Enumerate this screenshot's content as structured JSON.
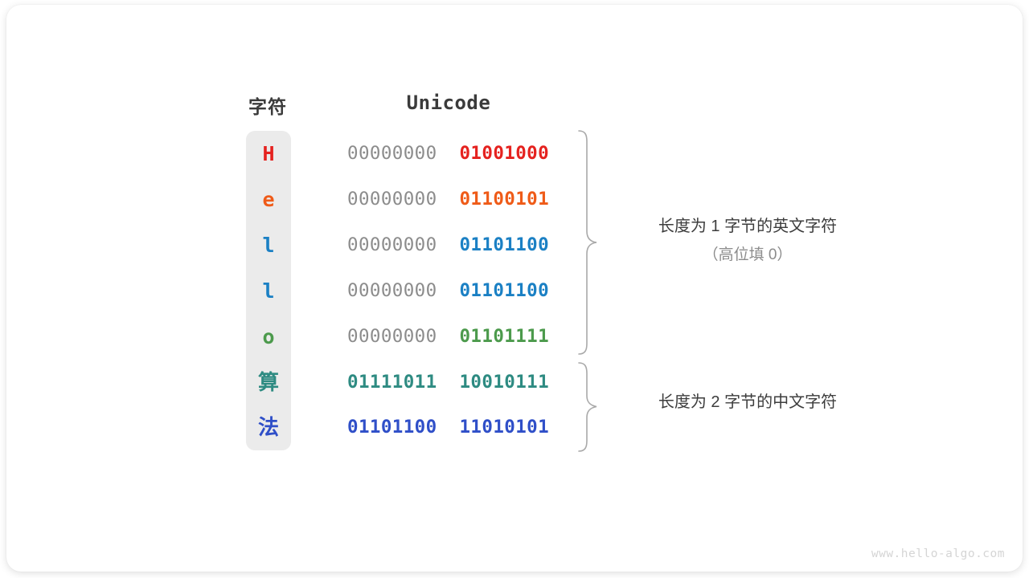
{
  "watermark": "www.hello-algo.com",
  "headers": {
    "char": "字符",
    "unicode": "Unicode"
  },
  "colors": {
    "red": "#E5221F",
    "orange": "#EF5B18",
    "blue": "#1B80C4",
    "green": "#4C9A4C",
    "teal": "#2E8B82",
    "royal": "#2F4FC8",
    "grey": "#8C8C8C",
    "column_bg": "#EBEBEB",
    "text": "#3D3D3D",
    "brace": "#A9A9A9",
    "watermark": "#D5D5D5"
  },
  "rows": [
    {
      "char": "H",
      "cjk": false,
      "hi": "00000000",
      "lo": "01001000",
      "hi_colored": false,
      "color": "#E5221F"
    },
    {
      "char": "e",
      "cjk": false,
      "hi": "00000000",
      "lo": "01100101",
      "hi_colored": false,
      "color": "#EF5B18"
    },
    {
      "char": "l",
      "cjk": false,
      "hi": "00000000",
      "lo": "01101100",
      "hi_colored": false,
      "color": "#1B80C4"
    },
    {
      "char": "l",
      "cjk": false,
      "hi": "00000000",
      "lo": "01101100",
      "hi_colored": false,
      "color": "#1B80C4"
    },
    {
      "char": "o",
      "cjk": false,
      "hi": "00000000",
      "lo": "01101111",
      "hi_colored": false,
      "color": "#4C9A4C"
    },
    {
      "char": "算",
      "cjk": true,
      "hi": "01111011",
      "lo": "10010111",
      "hi_colored": true,
      "color": "#2E8B82"
    },
    {
      "char": "法",
      "cjk": true,
      "hi": "01101100",
      "lo": "11010101",
      "hi_colored": true,
      "color": "#2F4FC8"
    }
  ],
  "annotations": [
    {
      "main": "长度为 1 字节的英文字符",
      "sub": "（高位填 0）"
    },
    {
      "main": "长度为 2 字节的中文字符",
      "sub": ""
    }
  ]
}
